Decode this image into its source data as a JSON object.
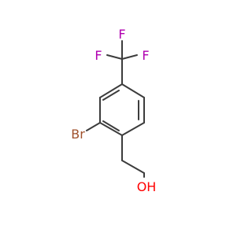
{
  "molecule": {
    "atoms": [
      {
        "id": "F1",
        "label": "F",
        "color": "#b000b0"
      },
      {
        "id": "F2",
        "label": "F",
        "color": "#b000b0"
      },
      {
        "id": "F3",
        "label": "F",
        "color": "#b000b0"
      },
      {
        "id": "Br",
        "label": "Br",
        "color": "#a0522d"
      },
      {
        "id": "OH",
        "label": "OH",
        "color": "#ff0000"
      }
    ],
    "bond_color": "#3c3c3c"
  }
}
